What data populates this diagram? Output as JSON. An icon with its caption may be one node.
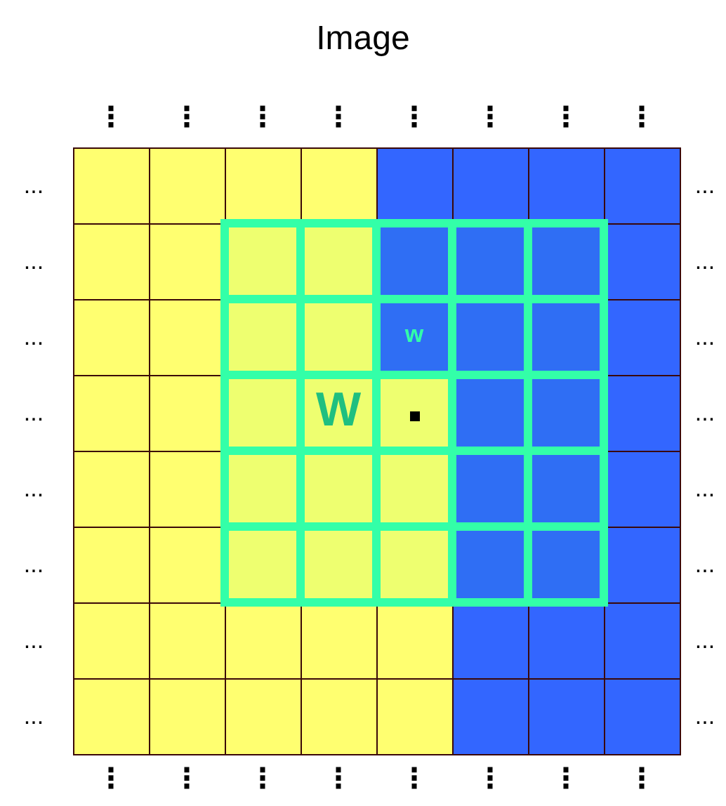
{
  "diagram": {
    "title": "Image",
    "labels": [
      "⋮",
      "⋮",
      "⋮",
      "⋮",
      "⋮",
      "⋮",
      "⋮",
      "⋮",
      "...",
      "...",
      "...",
      "...",
      "...",
      "w",
      "...",
      "...",
      "W",
      "...",
      "...",
      "...",
      "...",
      "...",
      "...",
      "...",
      "...",
      "...",
      "⋮",
      "⋮",
      "⋮",
      "⋮",
      "⋮",
      "⋮",
      "⋮",
      "⋮"
    ]
  }
}
